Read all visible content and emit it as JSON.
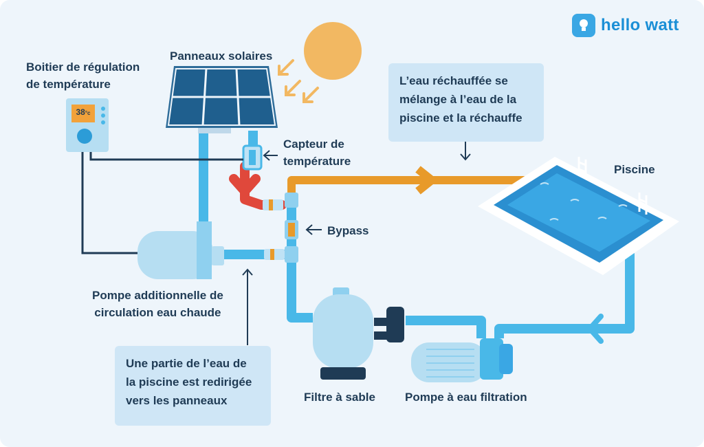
{
  "brand": {
    "name": "hello watt",
    "icon": "lightbulb-icon",
    "color": "#1b8fd6"
  },
  "thermostat": {
    "title_lines": [
      "Boitier de régulation",
      "de température"
    ],
    "display_value": "38",
    "display_unit": "°c"
  },
  "solar_panels": {
    "label": "Panneaux solaires"
  },
  "sensor": {
    "label_lines": [
      "Capteur de",
      "température"
    ]
  },
  "bypass": {
    "label": "Bypass"
  },
  "booster_pump": {
    "label_lines": [
      "Pompe additionnelle de",
      "circulation eau chaude"
    ]
  },
  "pool": {
    "label": "Piscine"
  },
  "sand_filter": {
    "label": "Filtre à sable"
  },
  "filtration_pump": {
    "label": "Pompe à eau filtration"
  },
  "callouts": {
    "warm_water": [
      "L’eau réchauffée se",
      "mélange à l’eau de la",
      "piscine et la réchauffe"
    ],
    "redirect": [
      "Une partie de l’eau de",
      "la piscine est redirigée",
      "vers les panneaux"
    ]
  },
  "colors": {
    "background": "#eef5fb",
    "cold_pipe": "#49b8e8",
    "hot_pipe": "#e89a2a",
    "return_pipe": "#e0483b",
    "dark": "#1f3b55",
    "sun": "#f2b862",
    "callout_bg": "#cfe6f6"
  }
}
